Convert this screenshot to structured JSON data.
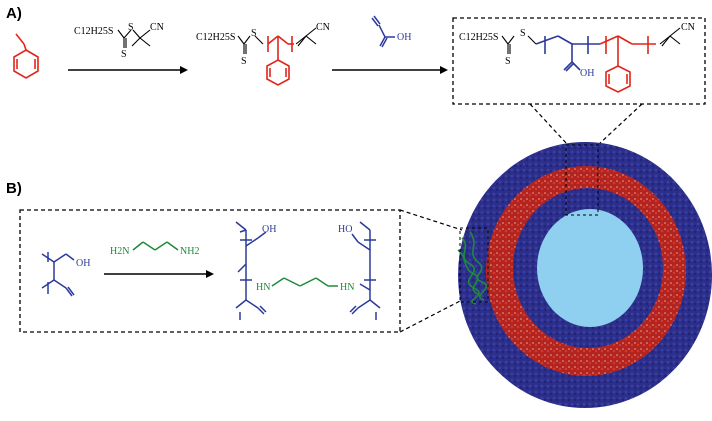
{
  "panels": {
    "a_label": "A)",
    "b_label": "B)"
  },
  "chemistry": {
    "cta_top_text": "C12H25S",
    "cta_s": "S",
    "cta_cn": "CN",
    "macro_cta_text": "C12H25S",
    "acid_oh": "OH",
    "block_oh": "OH",
    "acid_group_oh": "OH",
    "diamine_left": "H2N",
    "diamine_right": "NH2",
    "crosslink_oh_left": "OH",
    "crosslink_hn_left": "HN",
    "crosslink_hn_right": "HN",
    "crosslink_oh_right": "HO"
  },
  "colors": {
    "styrene_red": "#e0251b",
    "acrylic_blue": "#2b3a9a",
    "diamine_green": "#1f8a3a",
    "core_light_blue": "#8fd0f0",
    "shell_navy": "#2c2f8a",
    "shell_red": "#b3241f"
  }
}
